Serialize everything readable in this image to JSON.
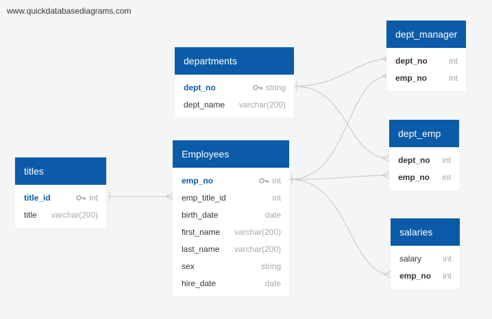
{
  "site": {
    "url": "www.quickdatabasediagrams.com"
  },
  "tables": {
    "departments": {
      "title": "departments",
      "columns": [
        {
          "name": "dept_no",
          "type": "string",
          "pk": true
        },
        {
          "name": "dept_name",
          "type": "varchar(200)",
          "pk": false
        }
      ]
    },
    "employees": {
      "title": "Employees",
      "columns": [
        {
          "name": "emp_no",
          "type": "int",
          "pk": true
        },
        {
          "name": "emp_title_id",
          "type": "int",
          "pk": false
        },
        {
          "name": "birth_date",
          "type": "date",
          "pk": false
        },
        {
          "name": "first_name",
          "type": "varchar(200)",
          "pk": false
        },
        {
          "name": "last_name",
          "type": "varchar(200)",
          "pk": false
        },
        {
          "name": "sex",
          "type": "string",
          "pk": false
        },
        {
          "name": "hire_date",
          "type": "date",
          "pk": false
        }
      ]
    },
    "titles": {
      "title": "titles",
      "columns": [
        {
          "name": "title_id",
          "type": "int",
          "pk": true
        },
        {
          "name": "title",
          "type": "varchar(200)",
          "pk": false
        }
      ]
    },
    "dept_manager": {
      "title": "dept_manager",
      "columns": [
        {
          "name": "dept_no",
          "type": "int",
          "pk": false
        },
        {
          "name": "emp_no",
          "type": "int",
          "pk": false
        }
      ]
    },
    "dept_emp": {
      "title": "dept_emp",
      "columns": [
        {
          "name": "dept_no",
          "type": "int",
          "pk": false
        },
        {
          "name": "emp_no",
          "type": "int",
          "pk": false
        }
      ]
    },
    "salaries": {
      "title": "salaries",
      "columns": [
        {
          "name": "salary",
          "type": "int",
          "pk": false
        },
        {
          "name": "emp_no",
          "type": "int",
          "pk": false
        }
      ]
    }
  },
  "colors": {
    "header": "#0b5ba8",
    "key_column": "#0b5ba8",
    "line": "#c3c6c9",
    "background": "#f4f5f5"
  },
  "icons": {
    "primary_key": "key-icon"
  }
}
